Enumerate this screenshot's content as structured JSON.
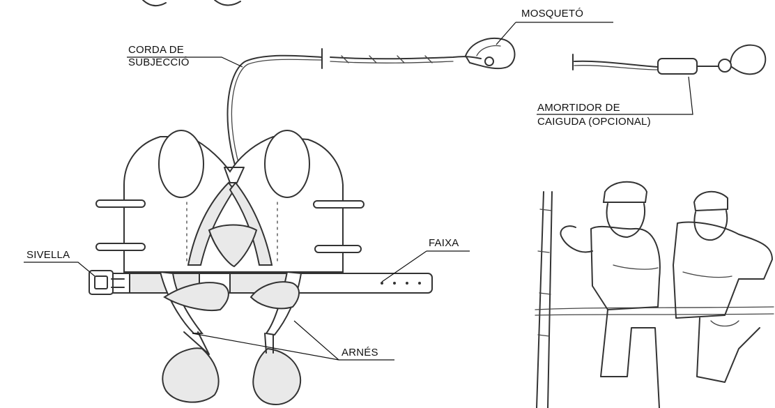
{
  "labels": {
    "mosqueto": "MOSQUETÓ",
    "corda_line1": "CORDA DE",
    "corda_line2": "SUBJECCIÓ",
    "amortidor_line1": "AMORTIDOR DE",
    "amortidor_line2": "CAIGUDA (OPCIONAL)",
    "sivella": "SIVELLA",
    "faixa": "FAIXA",
    "arnes": "ARNÉS"
  }
}
